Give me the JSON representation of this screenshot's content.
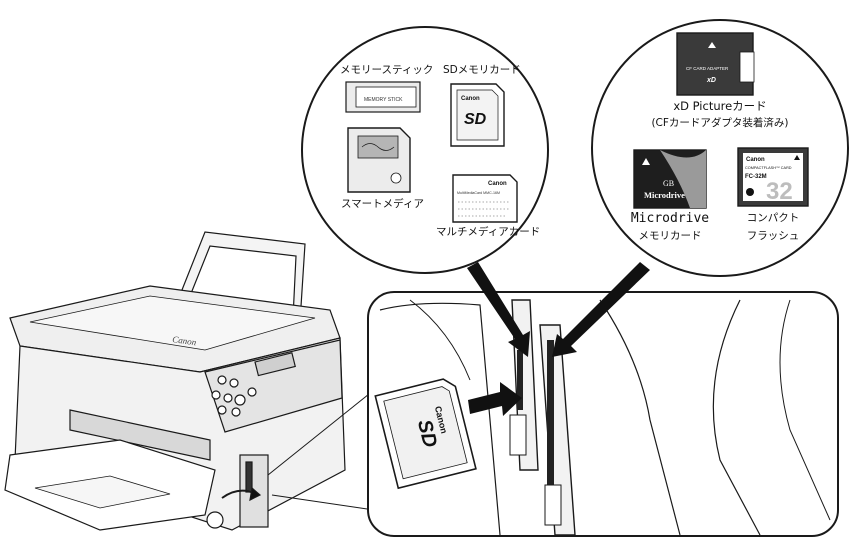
{
  "labels": {
    "memory_stick": "メモリースティック",
    "sd_card": "SDメモリカード",
    "smart_media": "スマートメディア",
    "multimedia_card": "マルチメディアカード",
    "xd_picture_line1": "xD Pictureカード",
    "xd_picture_line2": "(CFカードアダプタ装着済み)",
    "microdrive_line1": "Microdrive",
    "microdrive_line2": "メモリカード",
    "compact_flash_line1": "コンパクト",
    "compact_flash_line2": "フラッシュ"
  },
  "card_prints": {
    "brand": "Canon",
    "sd_logo": "SD",
    "microdrive_capacity": "GB",
    "microdrive_name": "Microdrive",
    "cf_adapter": "CF CARD ADAPTER",
    "xd_logo": "xD",
    "cf_header": "COMPACTFLASH™ CARD",
    "cf_model": "FC-32M",
    "cf_capacity": "32",
    "mmc_text": "MultiMediaCard MMC-16M",
    "ms_text": "MEMORY STICK",
    "printer_brand": "Canon"
  },
  "colors": {
    "line": "#1a1a1a",
    "fill_white": "#ffffff",
    "fill_light": "#e6e6e6",
    "fill_mid": "#b5b5b5",
    "fill_dark": "#333333",
    "arrow": "#111111"
  }
}
